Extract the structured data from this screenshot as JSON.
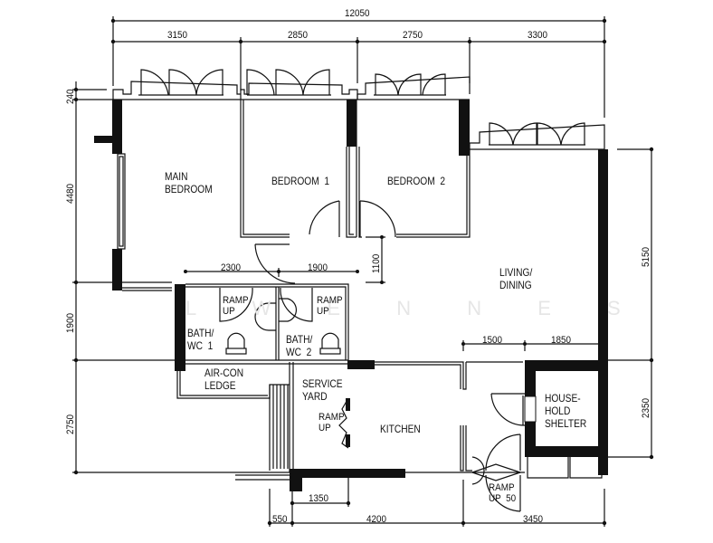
{
  "plan": {
    "type": "floor-plan",
    "units": "mm",
    "watermark": "L W   E N N E S"
  },
  "rooms": {
    "main_bedroom": "MAIN\nBEDROOM",
    "bedroom_1": "BEDROOM  1",
    "bedroom_2": "BEDROOM  2",
    "living_dining": "LIVING/\nDINING",
    "bath_wc_1": "BATH/\nWC  1",
    "bath_wc_2": "BATH/\nWC  2",
    "aircon_ledge": "AIR-CON\nLEDGE",
    "service_yard": "SERVICE\nYARD",
    "kitchen": "KITCHEN",
    "household_shelter": "HOUSE-\nHOLD\nSHELTER"
  },
  "annotations": {
    "ramp_up_wc1": "RAMP\nUP",
    "ramp_up_wc2": "RAMP\nUP",
    "ramp_up_yard": "RAMP\nUP",
    "ramp_up_entrance": "RAMP\nUP  50"
  },
  "dimensions": {
    "top_overall": "12050",
    "top_segments": [
      "3150",
      "2850",
      "2750",
      "3300"
    ],
    "left_segments": [
      "240",
      "4480",
      "1900",
      "2750"
    ],
    "right_segments": [
      "5150",
      "2350"
    ],
    "bottom_segments": [
      "550",
      "4200",
      "3450"
    ],
    "interior": {
      "bath_2300": "2300",
      "bath_1900": "1900",
      "corridor_1100": "1100",
      "living_1500": "1500",
      "living_1850": "1850",
      "yard_1350": "1350"
    }
  }
}
